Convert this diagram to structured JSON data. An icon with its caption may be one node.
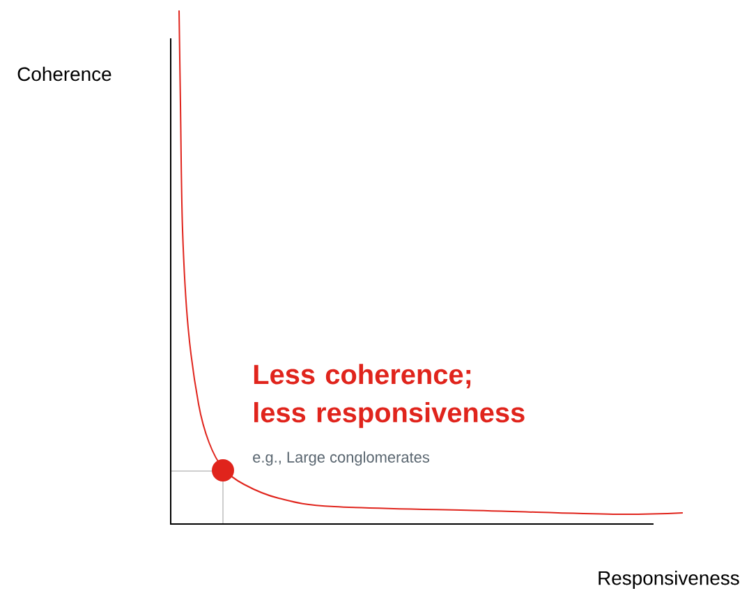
{
  "diagram": {
    "labels": [
      "Coherence",
      "Less coherence; less responsiveness",
      "e.g., Large conglomerates",
      "Responsiveness"
    ]
  }
}
